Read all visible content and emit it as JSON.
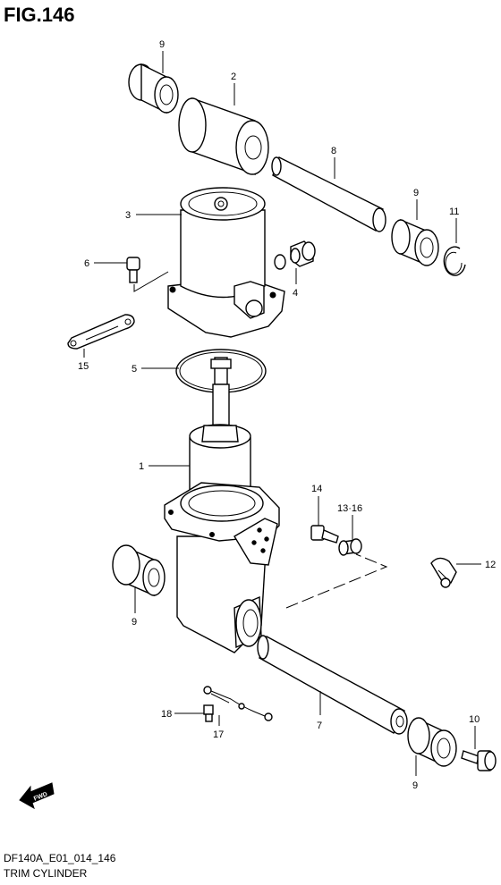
{
  "figure": {
    "title": "FIG.146",
    "code": "DF140A_E01_014_146",
    "name": "TRIM CYLINDER",
    "fwd_label": "FWD"
  },
  "callouts": {
    "c1": "1",
    "c2": "2",
    "c3": "3",
    "c4": "4",
    "c5": "5",
    "c6": "6",
    "c7": "7",
    "c8": "8",
    "c9a": "9",
    "c9b": "9",
    "c9c": "9",
    "c9d": "9",
    "c10": "10",
    "c11": "11",
    "c12": "12",
    "c13": "13·16",
    "c14": "14",
    "c15": "15",
    "c17": "17",
    "c18": "18"
  },
  "parts": [
    "bushing-9-top",
    "sleeve-2",
    "rod-8",
    "bushing-9-right",
    "snap-ring-11",
    "reservoir-3",
    "bolt-6",
    "fitting-4",
    "bracket-15",
    "o-ring-5",
    "trim-cylinder-1",
    "bolt-14",
    "washer-13-16",
    "clamp-12",
    "bushing-9-left",
    "rod-7",
    "bushing-9-bottom",
    "bolt-10",
    "bolt-18",
    "lead-wire-17",
    "fwd-arrow"
  ]
}
